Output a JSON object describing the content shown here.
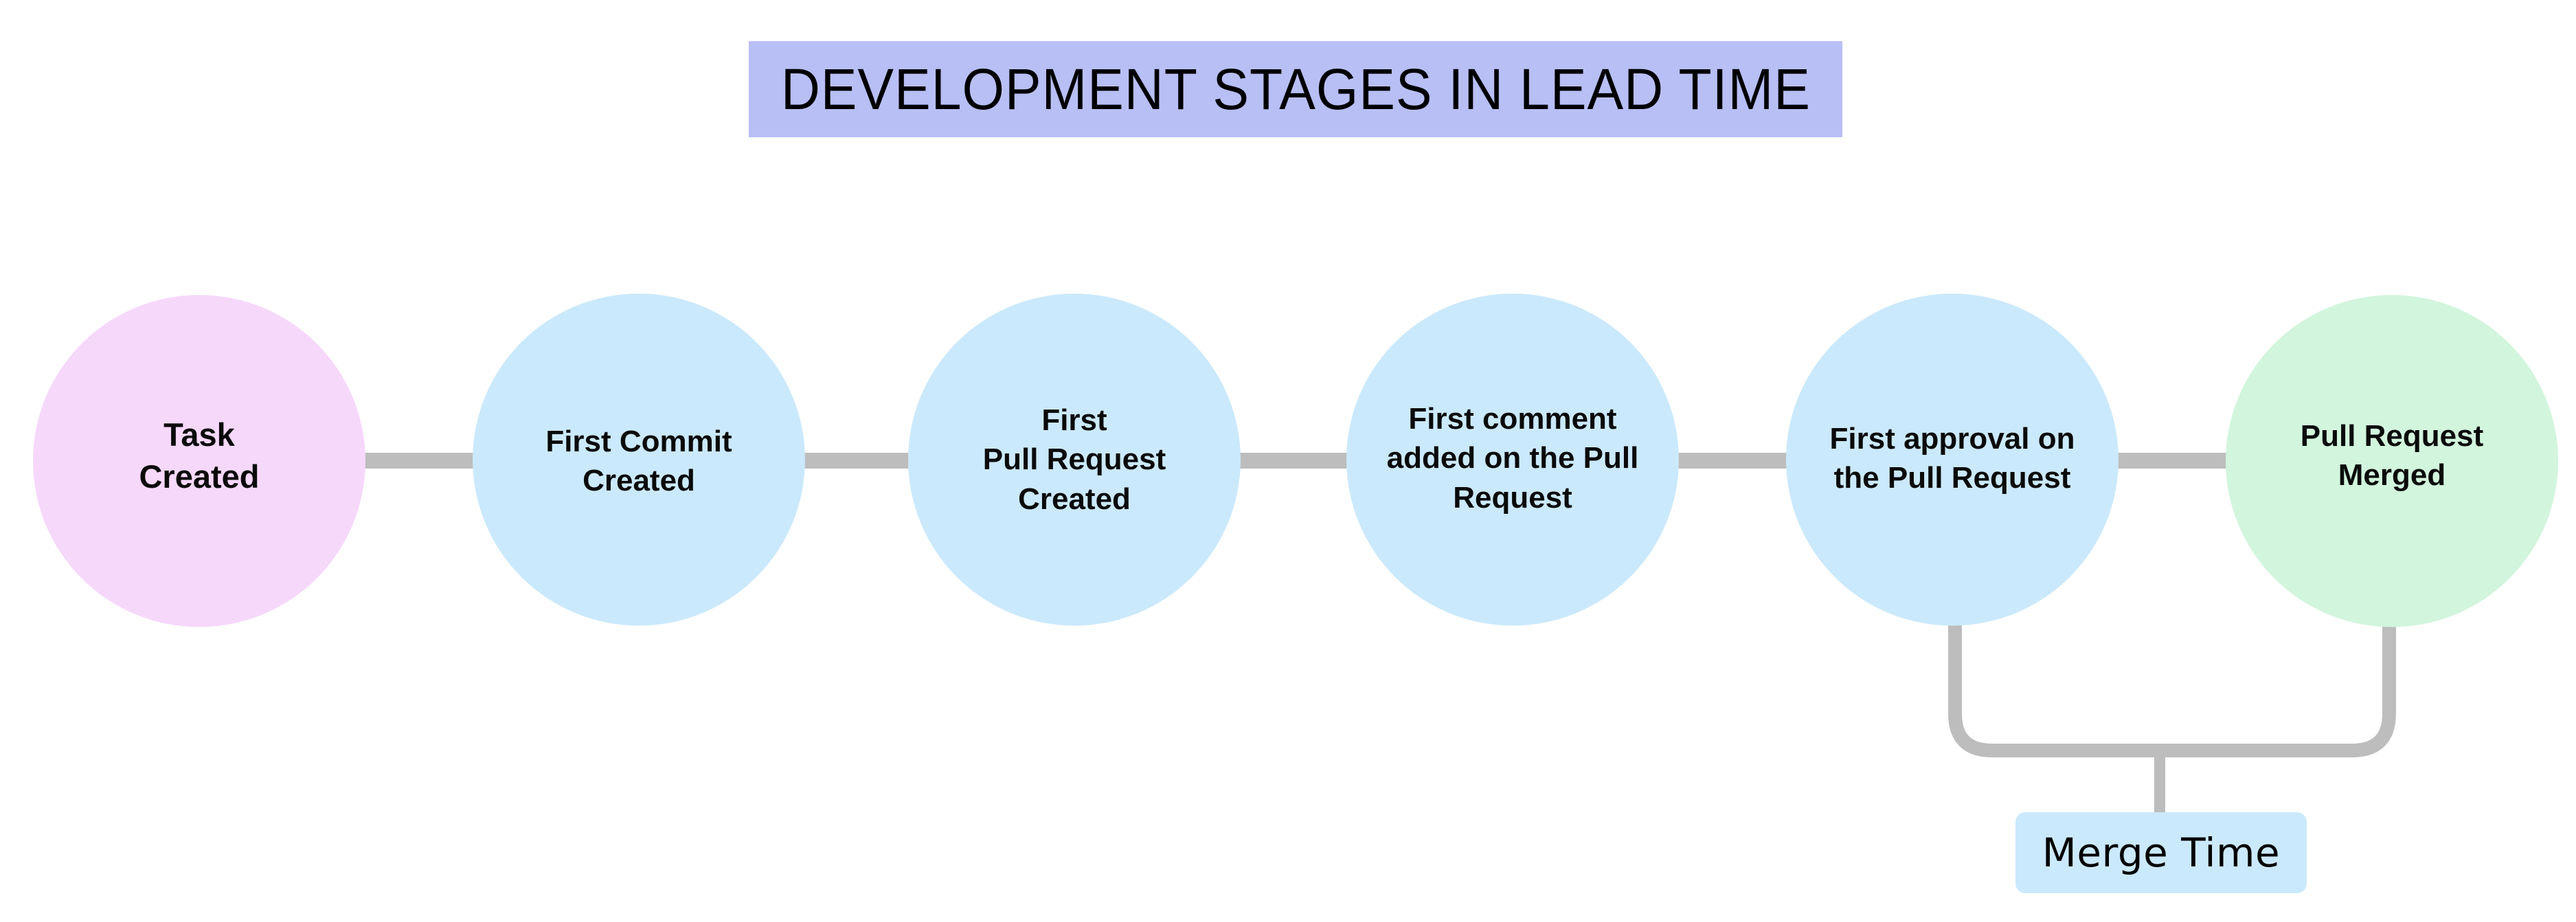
{
  "title": {
    "text": "DEVELOPMENT STAGES IN LEAD TIME",
    "background_color": "#b8bff5",
    "text_color": "#000000"
  },
  "colors": {
    "start_node": "#f6d8fb",
    "middle_node": "#cbe9fc",
    "end_node": "#d2f5dd",
    "connector": "#bdbdbd",
    "annotation_background": "#cbe9fc",
    "page_background": "#ffffff"
  },
  "stages": [
    {
      "label": "Task\nCreated",
      "color": "#f6d8fb",
      "order": 1
    },
    {
      "label": "First Commit\nCreated",
      "color": "#cbe9fc",
      "order": 2
    },
    {
      "label": "First\nPull Request\nCreated",
      "color": "#cbe9fc",
      "order": 3
    },
    {
      "label": "First comment\nadded on the Pull\nRequest",
      "color": "#cbe9fc",
      "order": 4
    },
    {
      "label": "First approval on\nthe Pull Request",
      "color": "#cbe9fc",
      "order": 5
    },
    {
      "label": "Pull Request\nMerged",
      "color": "#d2f5dd",
      "order": 6
    }
  ],
  "annotations": [
    {
      "label": "Merge Time",
      "spans_from_stage": 5,
      "spans_to_stage": 6,
      "background_color": "#cbe9fc"
    }
  ]
}
